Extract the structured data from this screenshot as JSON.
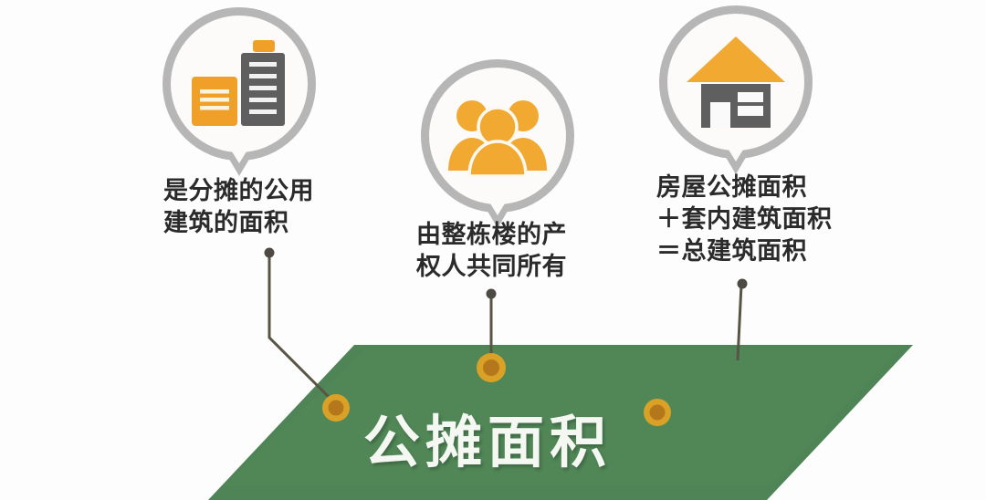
{
  "title": "公摊面积",
  "colors": {
    "orange": "#f0a028",
    "orange_light": "#f5b241",
    "gray_dark": "#5f5f5f",
    "gray_ring": "#b6b6b6",
    "green": "#4e8456",
    "green_light": "#5a9061",
    "dot_ring": "#d9a227",
    "dot_center": "#b4771c",
    "text": "#2b2b2b",
    "banner_text": "#f4f7f2",
    "leader_line": "#595445"
  },
  "nodes": [
    {
      "id": "left",
      "icon": "buildings-icon",
      "caption": "是分摊的公用\n建筑的面积"
    },
    {
      "id": "middle",
      "icon": "people-group-icon",
      "caption": "由整栋楼的产\n权人共同所有"
    },
    {
      "id": "right",
      "icon": "house-icon",
      "caption": "房屋公摊面积\n＋套内建筑面积\n＝总建筑面积"
    }
  ],
  "banner": {
    "label": "公摊面积",
    "shape": "parallelogram",
    "markers": 3
  }
}
